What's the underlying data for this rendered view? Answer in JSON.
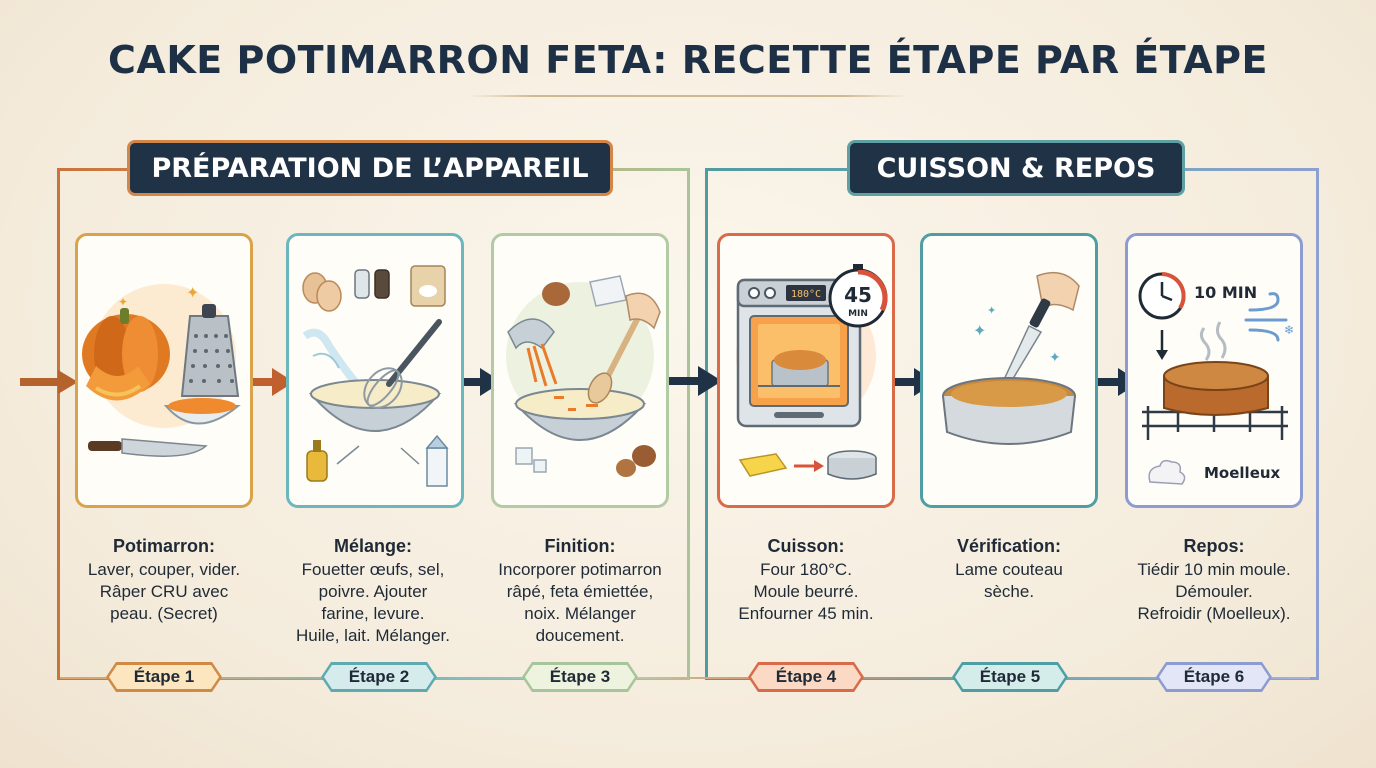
{
  "title": "CAKE POTIMARRON FETA: RECETTE ÉTAPE PAR ÉTAPE",
  "phases": [
    {
      "label": "PRÉPARATION DE L’APPAREIL"
    },
    {
      "label": "CUISSON & REPOS"
    }
  ],
  "steps": [
    {
      "title": "Potimarron:",
      "lines": [
        "Laver, couper, vider.",
        "Râper CRU avec",
        "peau. (Secret)"
      ],
      "tag": "Étape 1",
      "color": "#d08a45"
    },
    {
      "title": "Mélange:",
      "lines": [
        "Fouetter œufs, sel,",
        "poivre. Ajouter",
        "farine, levure.",
        "Huile, lait. Mélanger."
      ],
      "tag": "Étape 2",
      "color": "#5fa9b0"
    },
    {
      "title": "Finition:",
      "lines": [
        "Incorporer potimarron",
        "râpé, feta émiettée,",
        "noix. Mélanger",
        "doucement."
      ],
      "tag": "Étape 3",
      "color": "#a8c49b"
    },
    {
      "title": "Cuisson:",
      "lines": [
        "Four 180°C.",
        "Moule beurré.",
        "Enfourner 45 min."
      ],
      "tag": "Étape 4",
      "color": "#d86b4a"
    },
    {
      "title": "Vérification:",
      "lines": [
        "Lame couteau",
        "sèche."
      ],
      "tag": "Étape 5",
      "color": "#4f9ea3"
    },
    {
      "title": "Repos:",
      "lines": [
        "Tiédir 10 min moule.",
        "Démouler.",
        "Refroidir (Moelleux)."
      ],
      "tag": "Étape 6",
      "color": "#8c9bd2"
    }
  ],
  "illustrations": {
    "oven_display": "180°C",
    "timer_value": "45",
    "timer_unit": "MIN",
    "rest_time": "10 MIN",
    "texture_label": "Moelleux"
  },
  "icons": [
    "pumpkin-icon",
    "grater-icon",
    "knife-icon",
    "bowl-whisk-icon",
    "eggs-icon",
    "salt-pepper-icon",
    "flour-bag-icon",
    "oil-bottle-icon",
    "milk-carton-icon",
    "feta-icon",
    "walnut-icon",
    "spatula-icon",
    "oven-icon",
    "timer-icon",
    "butter-icon",
    "cake-pan-icon",
    "clock-icon",
    "cooling-rack-icon",
    "wind-icon"
  ]
}
